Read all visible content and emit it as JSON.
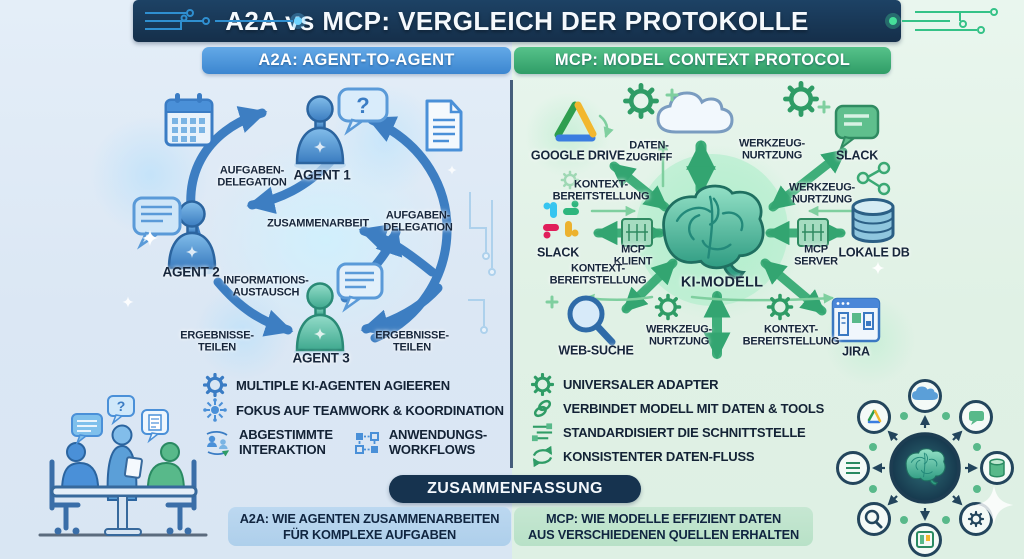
{
  "title": "A2A vs MCP: VERGLEICH DER PROTOKOLLE",
  "glyphs": {
    "question_mark": "?"
  },
  "colors": {
    "title_bg": "#16334f",
    "a2a_accent": "#4a90d8",
    "mcp_accent": "#3aa87e",
    "a2a_panel_bg": "#dbe7f4",
    "mcp_panel_bg": "#e0f1e5"
  },
  "panels": {
    "a2a": {
      "header": "A2A: AGENT-TO-AGENT",
      "agent1": "AGENT 1",
      "agent2": "AGENT 2",
      "agent3": "AGENT 3",
      "labels": {
        "aufgaben_delegation_left": [
          "AUFGABEN-",
          "DELEGATION"
        ],
        "aufgaben_delegation_right": [
          "AUFGABEN-",
          "DELEGATION"
        ],
        "zusammenarbeit": "ZUSAMMENARBEIT",
        "informations_austausch": [
          "INFORMATIONS-",
          "AUSTAUSCH"
        ],
        "ergebnisse_teilen_left": [
          "ERGEBNISSE-",
          "TEILEN"
        ],
        "ergebnisse_teilen_right": [
          "ERGEBNISSE-",
          "TEILEN"
        ]
      },
      "bullets": [
        {
          "icon": "gear-icon",
          "text": "MULTIPLE KI-AGENTEN AGIEEREN"
        },
        {
          "icon": "network-icon",
          "text": "FOKUS AUF TEAMWORK & KOORDINATION"
        },
        {
          "icon": "people-icon",
          "lines": [
            "ABGESTIMMTE",
            "INTERAKTION"
          ]
        },
        {
          "icon": "workflow-icon",
          "lines": [
            "ANWENDUNGS-",
            "WORKFLOWS"
          ]
        }
      ]
    },
    "mcp": {
      "header": "MCP: MODEL CONTEXT PROTOCOL",
      "center": "KI-MODELL",
      "nodes": {
        "google_drive": "GOOGLE DRIVE",
        "slack_top": "SLACK",
        "slack_left": "SLACK",
        "lokale_db": "LOKALE DB",
        "web_suche": "WEB-SUCHE",
        "jira": "JIRA",
        "mcp_klient": [
          "MCP",
          "KLIENT"
        ],
        "mcp_server": [
          "MCP",
          "SERVER"
        ]
      },
      "labels": {
        "daten_zugriff": [
          "DATEN-",
          "ZUGRIFF"
        ],
        "werkzeug_nutzung_top": [
          "WERKZEUG-",
          "NURTZUNG"
        ],
        "werkzeug_nutzung_right": [
          "WERKZEUG-",
          "NURTZUNG"
        ],
        "werkzeug_nutzung_bottom": [
          "WERKZEUG-",
          "NURTZUNG"
        ],
        "kontext_bereitstellung_top": [
          "KONTEXT-",
          "BEREITSTELLUNG"
        ],
        "kontext_bereitstellung_left": [
          "KONTEXT-",
          "BEREITSTELLUNG"
        ],
        "kontext_bereitstellung_bottom": [
          "KONTEXT-",
          "BEREITSTELLUNG"
        ]
      },
      "bullets": [
        {
          "icon": "gear-icon",
          "text": "UNIVERSALER ADAPTER"
        },
        {
          "icon": "link-icon",
          "text": "VERBINDET MODELL MIT DATEN & TOOLS"
        },
        {
          "icon": "list-icon",
          "text": "STANDARDISIERT DIE SCHNITTSTELLE"
        },
        {
          "icon": "sync-icon",
          "text": "KONSISTENTER DATEN-FLUSS"
        }
      ]
    }
  },
  "summary": {
    "pill": "ZUSAMMENFASSUNG",
    "a2a": [
      "A2A: WIE AGENTEN ZUSAMMENARBEITEN",
      "FÜR KOMPLEXE AUFGABEN"
    ],
    "mcp": [
      "MCP: WIE MODELLE EFFIZIENT DATEN",
      "AUS VERSCHIEDENEN QUELLEN ERHALTEN"
    ]
  }
}
